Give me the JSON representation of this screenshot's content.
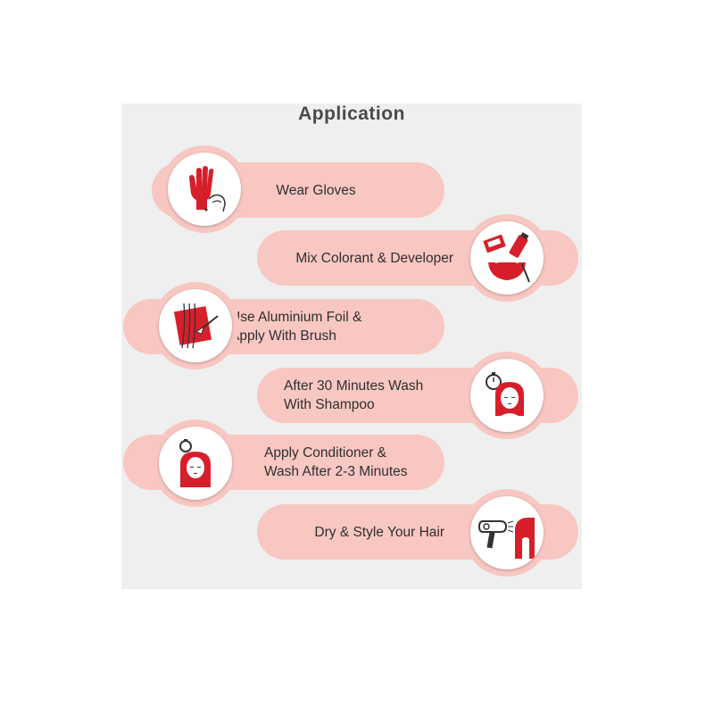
{
  "title": "Application",
  "colors": {
    "pill": "#f8c7c2",
    "accent": "#d71f2b",
    "panel": "#efefef"
  },
  "steps": [
    {
      "label": "Wear Gloves",
      "icon": "glove-icon"
    },
    {
      "label": "Mix Colorant & Developer",
      "icon": "mixing-bowl-icon"
    },
    {
      "label_line1": "Use Aluminium Foil &",
      "label_line2": "Apply With Brush",
      "icon": "foil-brush-icon"
    },
    {
      "label_line1": "After 30 Minutes Wash",
      "label_line2": "With Shampoo",
      "icon": "timer-woman-icon"
    },
    {
      "label_line1": "Apply Conditioner &",
      "label_line2": "Wash After 2-3 Minutes",
      "icon": "conditioner-woman-icon"
    },
    {
      "label": "Dry & Style Your Hair",
      "icon": "hair-dryer-icon"
    }
  ]
}
